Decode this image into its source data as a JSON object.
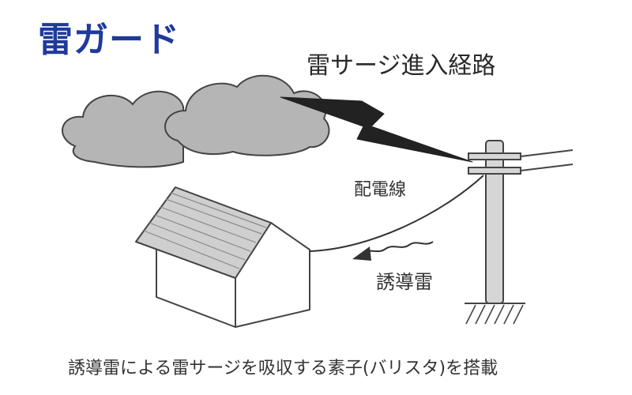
{
  "title": "雷ガード",
  "labels": {
    "surge_path": "雷サージ進入経路",
    "distribution_line": "配電線",
    "induced_lightning": "誘導雷"
  },
  "caption": "誘導雷による雷サージを吸収する素子(バリスタ)を搭載",
  "colors": {
    "title": "#1f3a9a",
    "cloud": "#b5b5b5",
    "lightning": "#222222",
    "outline": "#444444",
    "roof": "#cfcfcf",
    "pole": "#d6d6d6"
  },
  "icons": [
    "cloud-icon",
    "lightning-icon",
    "house-icon",
    "utility-pole-icon",
    "arrow-icon"
  ]
}
